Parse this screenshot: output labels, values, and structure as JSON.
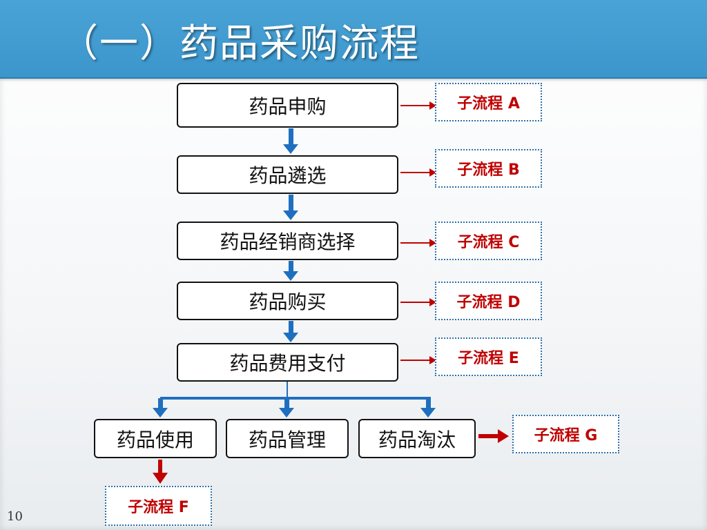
{
  "title": "（一）药品采购流程",
  "page_number": "10",
  "steps": [
    "药品申购",
    "药品遴选",
    "药品经销商选择",
    "药品购买",
    "药品费用支付"
  ],
  "branches": [
    "药品使用",
    "药品管理",
    "药品淘汰"
  ],
  "subprocesses": {
    "a": "子流程 A",
    "b": "子流程 B",
    "c": "子流程 C",
    "d": "子流程 D",
    "e": "子流程 E",
    "f": "子流程 F",
    "g": "子流程 G"
  },
  "colors": {
    "header": "#3b96cc",
    "flow_arrow": "#1f6fc0",
    "link_arrow": "#c00000",
    "subprocess_text": "#c00000"
  }
}
